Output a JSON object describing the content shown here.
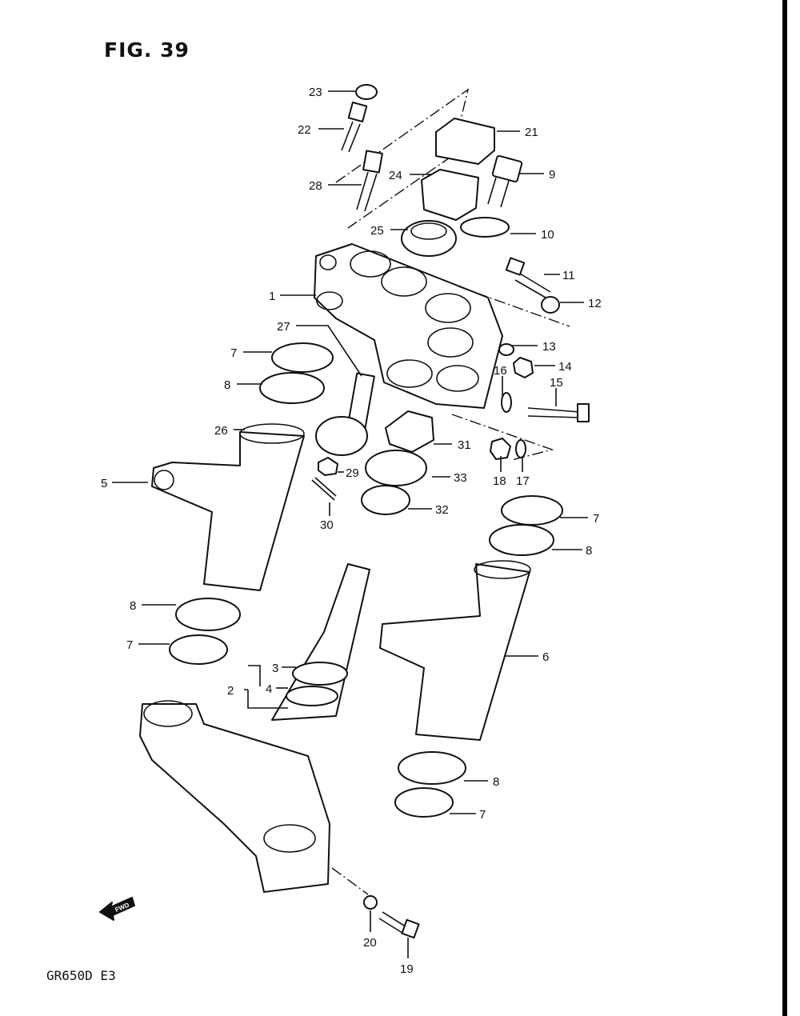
{
  "figure": {
    "title": "FIG. 39",
    "model": "GR650D E3"
  },
  "fwd_label": "FWD",
  "callouts": [
    {
      "id": "c1",
      "text": "1"
    },
    {
      "id": "c2",
      "text": "2"
    },
    {
      "id": "c3",
      "text": "3"
    },
    {
      "id": "c4",
      "text": "4"
    },
    {
      "id": "c5",
      "text": "5"
    },
    {
      "id": "c6",
      "text": "6"
    },
    {
      "id": "c7a",
      "text": "7"
    },
    {
      "id": "c7b",
      "text": "7"
    },
    {
      "id": "c7c",
      "text": "7"
    },
    {
      "id": "c7d",
      "text": "7"
    },
    {
      "id": "c8a",
      "text": "8"
    },
    {
      "id": "c8b",
      "text": "8"
    },
    {
      "id": "c8c",
      "text": "8"
    },
    {
      "id": "c8d",
      "text": "8"
    },
    {
      "id": "c9",
      "text": "9"
    },
    {
      "id": "c10",
      "text": "10"
    },
    {
      "id": "c11",
      "text": "11"
    },
    {
      "id": "c12",
      "text": "12"
    },
    {
      "id": "c13",
      "text": "13"
    },
    {
      "id": "c14",
      "text": "14"
    },
    {
      "id": "c15",
      "text": "15"
    },
    {
      "id": "c16",
      "text": "16"
    },
    {
      "id": "c17",
      "text": "17"
    },
    {
      "id": "c18",
      "text": "18"
    },
    {
      "id": "c19",
      "text": "19"
    },
    {
      "id": "c20",
      "text": "20"
    },
    {
      "id": "c21",
      "text": "21"
    },
    {
      "id": "c22",
      "text": "22"
    },
    {
      "id": "c23",
      "text": "23"
    },
    {
      "id": "c24",
      "text": "24"
    },
    {
      "id": "c25",
      "text": "25"
    },
    {
      "id": "c26",
      "text": "26"
    },
    {
      "id": "c27",
      "text": "27"
    },
    {
      "id": "c28",
      "text": "28"
    },
    {
      "id": "c29",
      "text": "29"
    },
    {
      "id": "c30",
      "text": "30"
    },
    {
      "id": "c31",
      "text": "31"
    },
    {
      "id": "c32",
      "text": "32"
    },
    {
      "id": "c33",
      "text": "33"
    }
  ]
}
